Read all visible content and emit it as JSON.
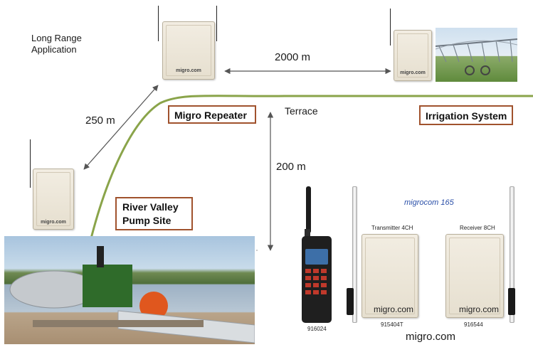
{
  "labels": {
    "long_range": "Long Range\nApplication",
    "dist_2000": "2000 m",
    "dist_250": "250 m",
    "dist_200": "200 m",
    "terrace": "Terrace",
    "migro_repeater": "Migro Repeater",
    "irrigation_system": "Irrigation System",
    "river_valley": "River Valley\nPump Site",
    "product_name": "migrocom 165",
    "transmitter": "Transmitter 4CH",
    "receiver": "Receiver 8CH",
    "code_radio": "916024",
    "code_tx": "915404T",
    "code_rx": "916544",
    "footer_brand": "migro.com"
  },
  "device_brand": "migro.com",
  "colors": {
    "terrace_line": "#8aa44a",
    "box_border": "#a0522d",
    "product_name": "#2a4fa8",
    "arrow": "#555555"
  },
  "icons": {
    "repeater": "enclosure-box-icon",
    "radio": "walkie-talkie-icon",
    "antenna": "antenna-icon"
  }
}
